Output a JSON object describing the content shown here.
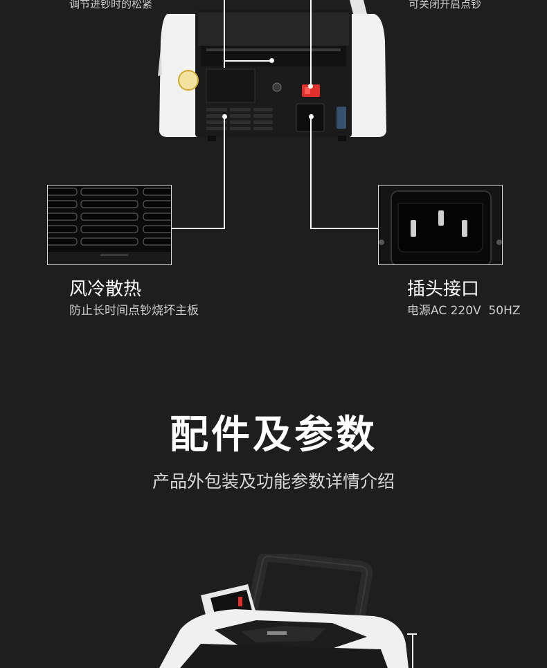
{
  "top_captions": {
    "left": "调节进钞时的松紧",
    "right": "可关闭开启点钞"
  },
  "features": [
    {
      "title": "风冷散热",
      "subtitle": "防止长时间点钞烧坏主板"
    },
    {
      "title": "插头接口",
      "subtitle": "电源AC 220V  50HZ"
    }
  ],
  "accessories": {
    "heading": "配件及参数",
    "subheading": "产品外包装及功能参数详情介绍"
  },
  "colors": {
    "background": "#1e1e1e",
    "text": "#ffffff",
    "switch_red": "#e0302c"
  }
}
